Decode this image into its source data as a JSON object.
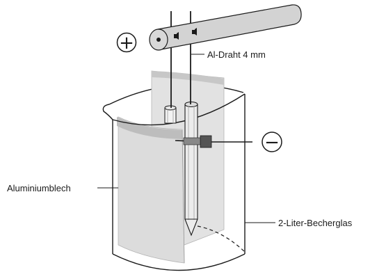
{
  "labels": {
    "wire": "Al-Draht 4 mm",
    "sheet": "Aluminiumblech",
    "beaker": "2-Liter-Becherglas"
  },
  "symbols": {
    "anode": "+",
    "cathode": "−"
  },
  "colors": {
    "line": "#1a1a1a",
    "rod": "#d3d3d3",
    "sheet": "#dedede",
    "sheet_band": "#bfbfbf",
    "glass": "#ffffff"
  }
}
